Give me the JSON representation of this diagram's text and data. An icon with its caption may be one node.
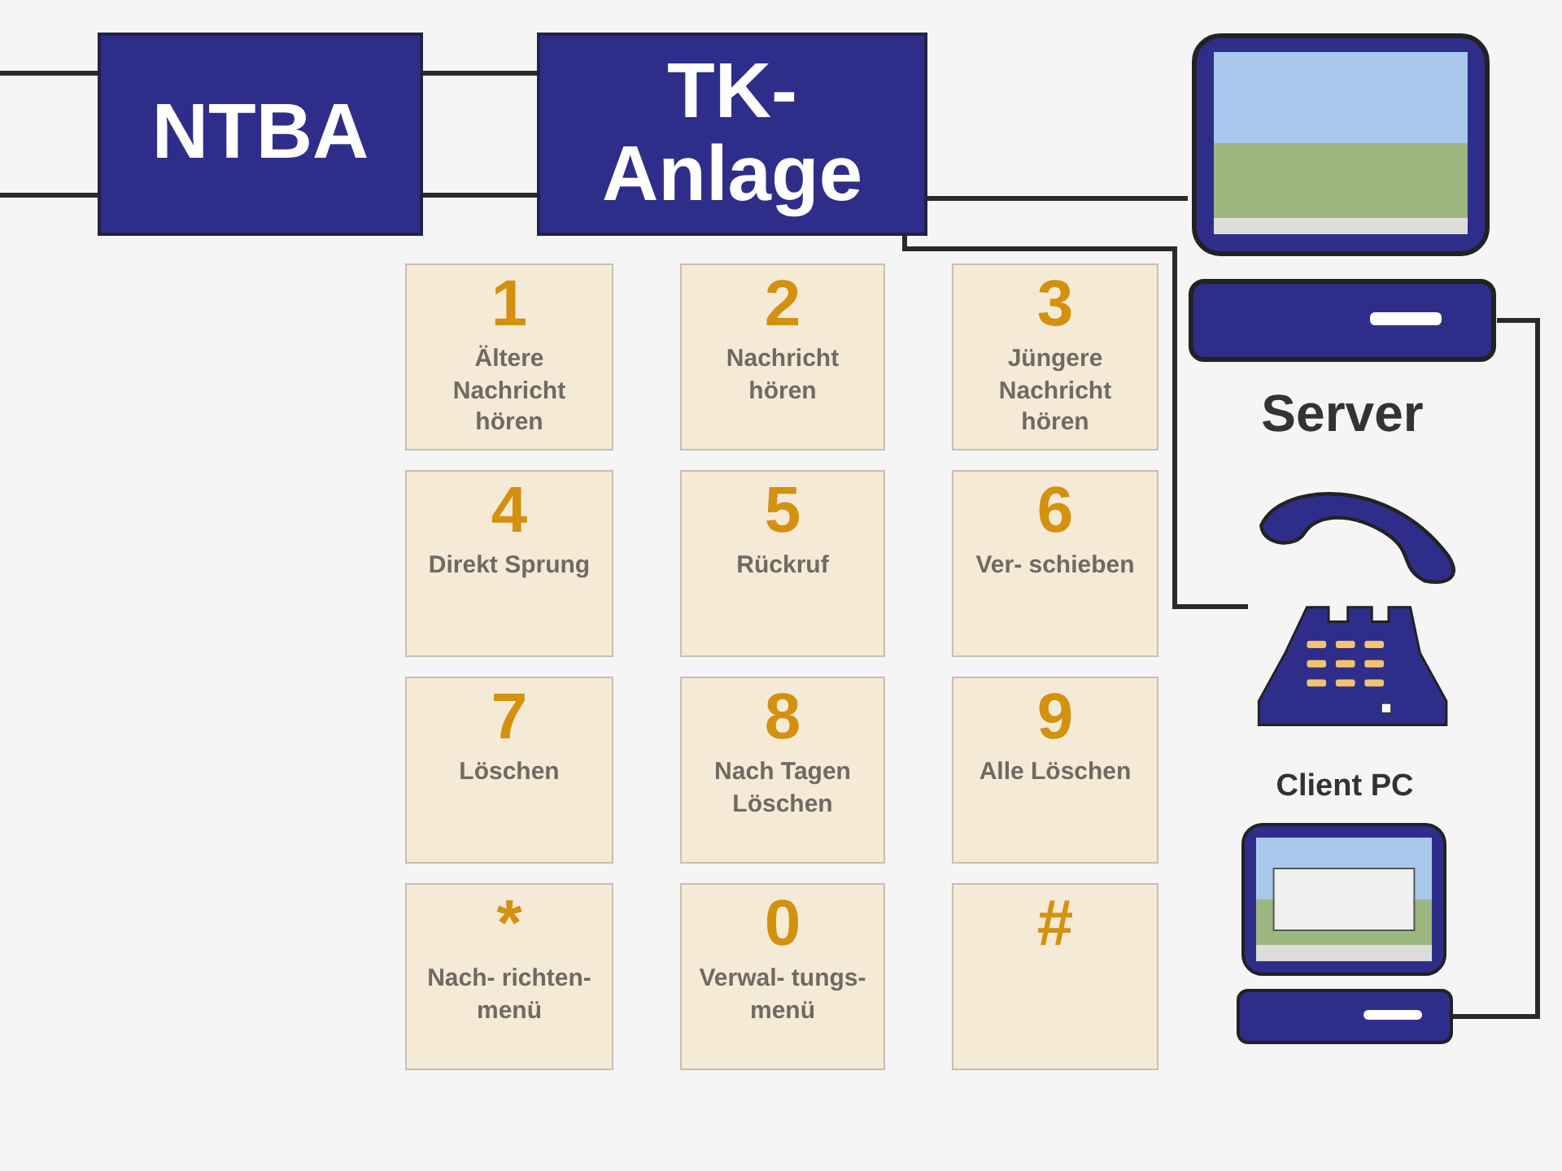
{
  "diagram": {
    "nodes": [
      {
        "text": [
          "NTBA"
        ]
      },
      {
        "text": [
          "TK- Anlage"
        ]
      },
      {
        "text": [],
        "shape": "picture",
        "beside": [
          "Server"
        ]
      },
      {
        "text": [],
        "shape": "picture",
        "beside": [
          "Client PC"
        ]
      },
      {
        "text": [],
        "shape": "picture"
      },
      {
        "text": [
          "1",
          "Ältere Nachricht hören"
        ]
      },
      {
        "text": [
          "2",
          "Nachricht hören"
        ]
      },
      {
        "text": [
          "3",
          "Jüngere Nachricht hören"
        ]
      },
      {
        "text": [
          "4",
          "Direkt Sprung"
        ]
      },
      {
        "text": [
          "5",
          "Rückruf"
        ]
      },
      {
        "text": [
          "6",
          "Ver- schieben"
        ]
      },
      {
        "text": [
          "7",
          "Löschen"
        ]
      },
      {
        "text": [
          "8",
          "Nach Tagen Löschen"
        ]
      },
      {
        "text": [
          "9",
          "Alle Löschen"
        ]
      },
      {
        "text": [
          "*",
          "Nach- richten- menü"
        ]
      },
      {
        "text": [
          "0",
          "Verwal- tungs- menü"
        ]
      },
      {
        "text": [
          "#"
        ]
      }
    ],
    "edges": [
      {
        "from": null,
        "to": 0,
        "arrow": "none"
      },
      {
        "from": null,
        "to": 0,
        "arrow": "none"
      },
      {
        "from": 0,
        "to": 1,
        "arrow": "none"
      },
      {
        "from": 0,
        "to": 1,
        "arrow": "none"
      },
      {
        "from": 1,
        "to": 2,
        "arrow": "none"
      },
      {
        "from": 1,
        "to": 4,
        "arrow": "none"
      },
      {
        "from": 2,
        "to": 3,
        "arrow": "none"
      }
    ]
  }
}
